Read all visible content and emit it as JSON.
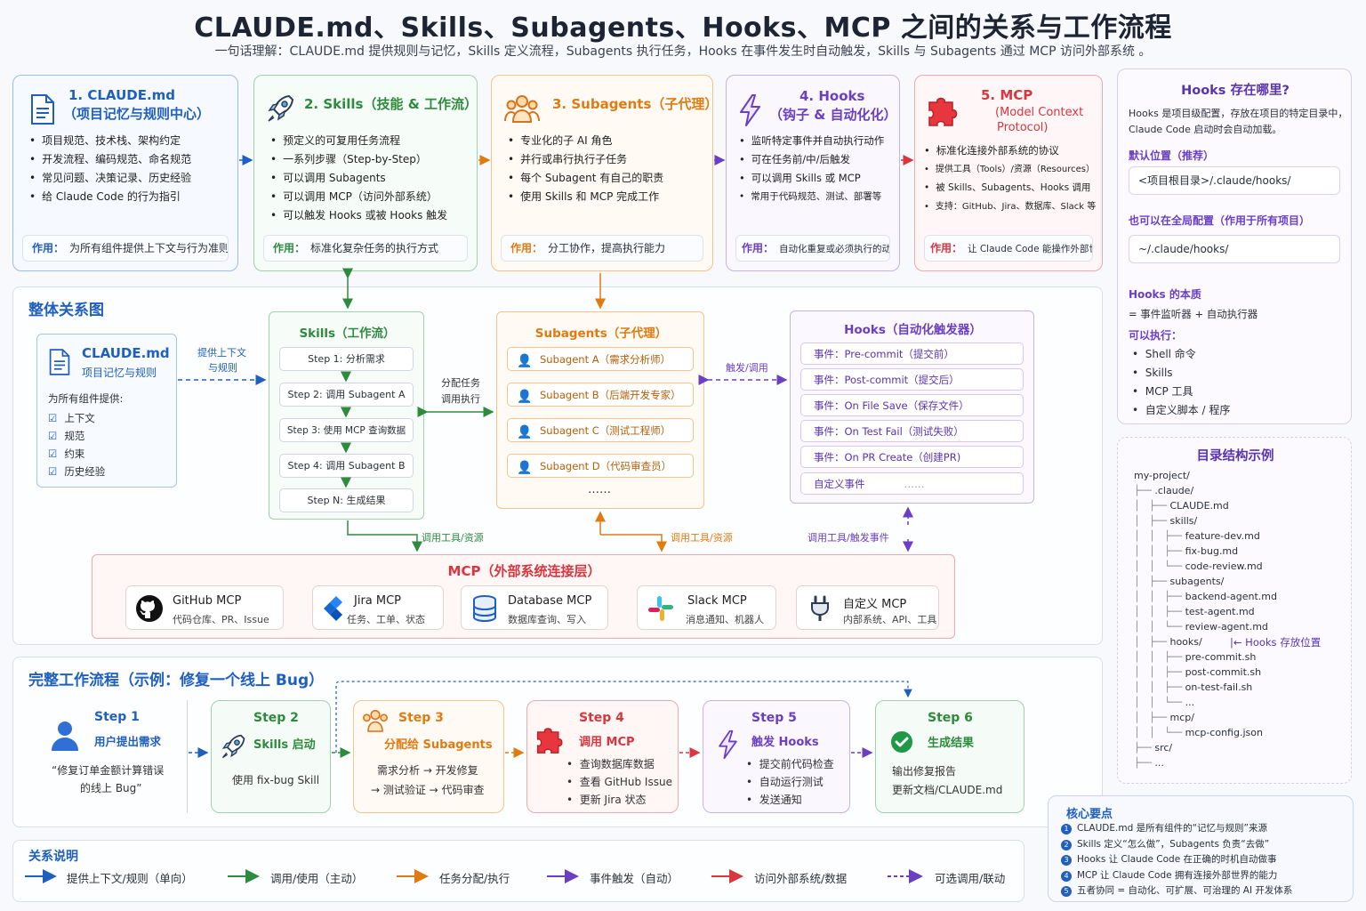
{
  "title": "CLAUDE.md、Skills、Subagents、Hooks、MCP 之间的关系与工作流程",
  "subtitle": "一句话理解：CLAUDE.md 提供规则与记忆，Skills 定义流程，Subagents 执行任务，Hooks 在事件发生时自动触发，Skills 与 Subagents 通过 MCP 访问外部系统 。",
  "colors": {
    "blue": "#1f5fbf",
    "green": "#2e8b3e",
    "orange": "#e07b12",
    "purple": "#6a3fc4",
    "red": "#d9363e"
  },
  "cards": [
    {
      "title1": "1. CLAUDE.md",
      "title2": "（项目记忆与规则中心）",
      "items": [
        "项目规范、技术栈、架构约定",
        "开发流程、编码规范、命名规范",
        "常见问题、决策记录、历史经验",
        "给 Claude Code 的行为指引"
      ],
      "role_label": "作用：",
      "role_text": "为所有组件提供上下文与行为准则",
      "icon": "document-icon"
    },
    {
      "title1": "2. Skills（技能 & 工作流）",
      "items": [
        "预定义的可复用任务流程",
        "一系列步骤（Step-by-Step）",
        "可以调用 Subagents",
        "可以调用 MCP（访问外部系统）",
        "可以触发 Hooks 或被 Hooks 触发"
      ],
      "role_label": "作用：",
      "role_text": "标准化复杂任务的执行方式",
      "icon": "rocket-icon"
    },
    {
      "title1": "3. Subagents（子代理）",
      "items": [
        "专业化的子 AI 角色",
        "并行或串行执行子任务",
        "每个 Subagent 有自己的职责",
        "使用 Skills 和 MCP 完成工作"
      ],
      "role_label": "作用：",
      "role_text": "分工协作，提高执行能力",
      "icon": "team-icon"
    },
    {
      "title1": "4. Hooks",
      "title2": "（钩子 & 自动化化）",
      "items": [
        "监听特定事件并自动执行动作",
        "可在任务前/中/后触发",
        "可以调用 Skills 或 MCP",
        "常用于代码规范、测试、部署等"
      ],
      "role_label": "作用：",
      "role_text": "自动化重复或必须执行的动作",
      "icon": "lightning-icon"
    },
    {
      "title1": "5. MCP",
      "title2": "(Model Context",
      "title3": "Protocol)",
      "items": [
        "标准化连接外部系统的协议",
        "提供工具（Tools）/资源（Resources）",
        "被 Skills、Subagents、Hooks 调用",
        "支持：GitHub、Jira、数据库、Slack 等"
      ],
      "role_label": "作用：",
      "role_text": "让 Claude Code 能操作外部世界",
      "icon": "puzzle-icon"
    }
  ],
  "overview": {
    "title": "整体关系图",
    "claude": {
      "title": "CLAUDE.md",
      "sub": "项目记忆与规则",
      "provides": "为所有组件提供:",
      "checks": [
        "上下文",
        "规范",
        "约束",
        "历史经验"
      ]
    },
    "arrow_claude_skills": [
      "提供上下文",
      "与规则"
    ],
    "skills": {
      "title": "Skills（工作流）",
      "steps": [
        "Step 1: 分析需求",
        "Step 2: 调用 Subagent A",
        "Step 3: 使用 MCP 查询数据",
        "Step 4: 调用 Subagent B",
        "Step N: 生成结果"
      ]
    },
    "arrow_skills_sub": [
      "分配任务",
      "调用执行"
    ],
    "subagents": {
      "title": "Subagents（子代理）",
      "items": [
        "Subagent A（需求分析师）",
        "Subagent B（后端开发专家）",
        "Subagent C（测试工程师）",
        "Subagent D（代码审查员）"
      ],
      "more": "……"
    },
    "arrow_sub_hooks": "触发/调用",
    "hooks": {
      "title": "Hooks（自动化触发器）",
      "events": [
        {
          "k": "事件：",
          "v": "Pre-commit（提交前）"
        },
        {
          "k": "事件：",
          "v": "Post-commit（提交后）"
        },
        {
          "k": "事件：",
          "v": "On File Save（保存文件）"
        },
        {
          "k": "事件：",
          "v": "On Test Fail（测试失败）"
        },
        {
          "k": "事件：",
          "v": "On PR Create（创建PR)"
        }
      ],
      "custom": "自定义事件",
      "custom_more": "……"
    },
    "lbl_skills_mcp": "调用工具/资源",
    "lbl_sub_mcp": "调用工具/资源",
    "lbl_hooks_mcp": "调用工具/触发事件",
    "mcp": {
      "title": "MCP（外部系统连接层）",
      "items": [
        {
          "name": "GitHub MCP",
          "desc": "代码仓库、PR、Issue",
          "icon": "github-icon"
        },
        {
          "name": "Jira MCP",
          "desc": "任务、工单、状态",
          "icon": "jira-icon"
        },
        {
          "name": "Database MCP",
          "desc": "数据库查询、写入",
          "icon": "database-icon"
        },
        {
          "name": "Slack MCP",
          "desc": "消息通知、机器人",
          "icon": "slack-icon"
        },
        {
          "name": "自定义 MCP",
          "desc": "内部系统、API、工具",
          "icon": "plug-icon"
        }
      ]
    }
  },
  "workflow": {
    "title": "完整工作流程（示例：修复一个线上 Bug）",
    "steps": [
      {
        "step": "Step 1",
        "name": "用户提出需求",
        "lines": [
          "“修复订单金额计算错误",
          "的线上 Bug”"
        ],
        "icon": "user-icon"
      },
      {
        "step": "Step 2",
        "name": "Skills 启动",
        "lines": [
          "使用 fix-bug Skill"
        ],
        "icon": "rocket-icon"
      },
      {
        "step": "Step 3",
        "name": "分配给 Subagents",
        "lines": [
          "需求分析 → 开发修复",
          "→ 测试验证 → 代码审查"
        ],
        "icon": "team-icon"
      },
      {
        "step": "Step 4",
        "name": "调用 MCP",
        "lines": [
          "查询数据库数据",
          "查看 GitHub Issue",
          "更新 Jira 状态"
        ],
        "icon": "puzzle-icon"
      },
      {
        "step": "Step 5",
        "name": "触发 Hooks",
        "lines": [
          "提交前代码检查",
          "自动运行测试",
          "发送通知"
        ],
        "icon": "lightning-icon"
      },
      {
        "step": "Step 6",
        "name": "生成结果",
        "lines": [
          "输出修复报告",
          "更新文档/CLAUDE.md"
        ],
        "icon": "check-circle-icon"
      }
    ]
  },
  "legend": {
    "title": "关系说明",
    "items": [
      "提供上下文/规则（单向）",
      "调用/使用（主动）",
      "任务分配/执行",
      "事件触发（自动）",
      "访问外部系统/数据",
      "可选调用/联动"
    ]
  },
  "hooks_where": {
    "title": "Hooks 存在哪里?",
    "desc": [
      "Hooks 是项目级配置，存放在项目的特定目录中，",
      "Claude Code 启动时会自动加载。"
    ],
    "default_label": "默认位置（推荐）",
    "default_path": "<项目根目录>/.claude/hooks/",
    "global_label": "也可以在全局配置（作用于所有项目）",
    "global_path": "~/.claude/hooks/",
    "essence_label": "Hooks 的本质",
    "essence": "= 事件监听器 + 自动执行器",
    "can_label": "可以执行：",
    "can": [
      "Shell 命令",
      "Skills",
      "MCP 工具",
      "自定义脚本 / 程序"
    ]
  },
  "tree": {
    "title": "目录结构示例",
    "annotation": "Hooks 存放位置",
    "lines": [
      {
        "p": "",
        "n": "my-project/"
      },
      {
        "p": "├── ",
        "n": ".claude/"
      },
      {
        "p": "│   ├── ",
        "n": "CLAUDE.md"
      },
      {
        "p": "│   ├── ",
        "n": "skills/"
      },
      {
        "p": "│   │   ├── ",
        "n": "feature-dev.md"
      },
      {
        "p": "│   │   ├── ",
        "n": "fix-bug.md"
      },
      {
        "p": "│   │   └── ",
        "n": "code-review.md"
      },
      {
        "p": "│   ├── ",
        "n": "subagents/"
      },
      {
        "p": "│   │   ├── ",
        "n": "backend-agent.md"
      },
      {
        "p": "│   │   ├── ",
        "n": "test-agent.md"
      },
      {
        "p": "│   │   └── ",
        "n": "review-agent.md"
      },
      {
        "p": "│   ├── ",
        "n": "hooks/"
      },
      {
        "p": "│   │   ├── ",
        "n": "pre-commit.sh"
      },
      {
        "p": "│   │   ├── ",
        "n": "post-commit.sh"
      },
      {
        "p": "│   │   ├── ",
        "n": "on-test-fail.sh"
      },
      {
        "p": "│   │   └── ",
        "n": "..."
      },
      {
        "p": "│   ├── ",
        "n": "mcp/"
      },
      {
        "p": "│   │   └── ",
        "n": "mcp-config.json"
      },
      {
        "p": "├── ",
        "n": "src/"
      },
      {
        "p": "├── ",
        "n": "..."
      }
    ]
  },
  "keypoints": {
    "title": "核心要点",
    "items": [
      "CLAUDE.md 是所有组件的“记忆与规则”来源",
      "Skills 定义“怎么做”，Subagents 负责“去做”",
      "Hooks 让 Claude Code 在正确的时机自动做事",
      "MCP 让 Claude Code 拥有连接外部世界的能力",
      "五者协同 = 自动化、可扩展、可治理的 AI 开发体系"
    ]
  }
}
